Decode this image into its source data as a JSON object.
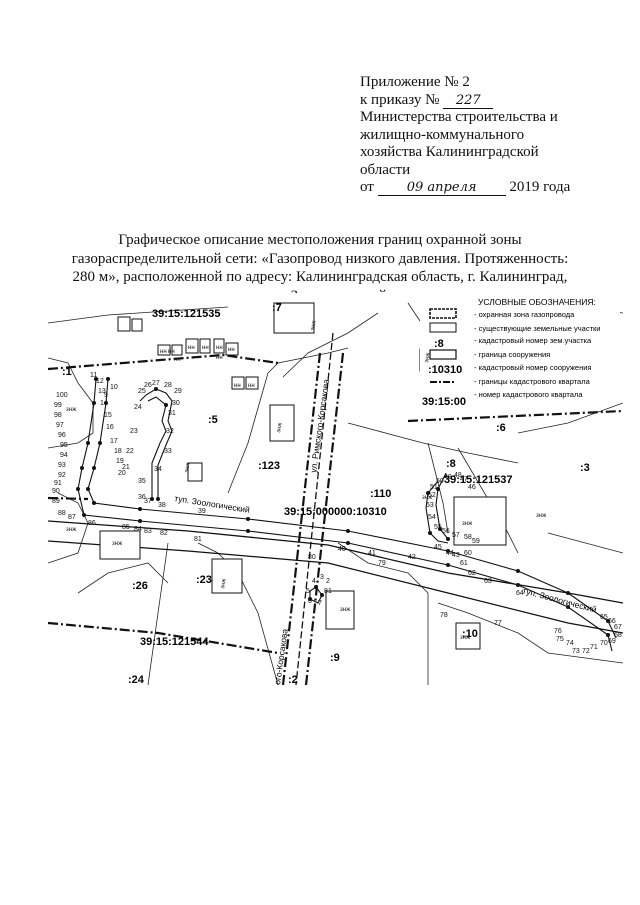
{
  "appendix": {
    "line1": "Приложение № 2",
    "line2_prefix": "к приказу №",
    "order_number": "227",
    "line3": "Министерства строительства и",
    "line4": "жилищно-коммунального",
    "line5": "хозяйства Калининградской",
    "line6": "области",
    "date_prefix": "от",
    "date_handwritten": "09 апреля",
    "date_suffix": "2019 года"
  },
  "title": {
    "line1": "Графическое описание местоположения границ охранной зоны",
    "line2": "газораспределительной сети: «Газопровод низкого давления. Протяженность:",
    "line3": "280 м», расположенной по адресу: Калининградская область, г. Калининград,",
    "line4": "тупик Зоологический."
  },
  "legend": {
    "title": "УСЛОВНЫЕ ОБОЗНАЧЕНИЯ:",
    "items": [
      "- охранная зона газопровода",
      "- существующие земельные участки",
      "- кадастровый номер зем.участка",
      "- граница сооружения",
      "- кадастровый номер сооружения",
      "- границы кадастрового квартала",
      "- номер кадастрового квартала"
    ],
    "samples": [
      ":8",
      ":10310",
      "39:15:00"
    ]
  },
  "map": {
    "quarter_labels": [
      "39:15:121535",
      "39:15:121537",
      "39:15:121544",
      "39:15:000000:10310"
    ],
    "parcel_labels": [
      ":1",
      ":7",
      ":5",
      ":123",
      ":6",
      ":8",
      ":3",
      ":110",
      ":26",
      ":23",
      ":9",
      ":10",
      ":24",
      ":2"
    ],
    "street_labels": [
      "ул. Римского-Корсакова",
      "туп. Зоологический",
      "туп. Зоологический",
      "ого-Корсакова"
    ],
    "building_marks": [
      "знж",
      "знж",
      "знж",
      "знж",
      "знж",
      "знж",
      "знж",
      "знж",
      "знж",
      "знж",
      "знж",
      "знж",
      "знж",
      "нн",
      "нн",
      "нн",
      "нн",
      "нн",
      "нн",
      "нн",
      "нн",
      "нн",
      "нн"
    ],
    "point_numbers": [
      "100",
      "99",
      "98",
      "97",
      "96",
      "95",
      "94",
      "93",
      "92",
      "91",
      "90",
      "89",
      "88",
      "87",
      "86",
      "85",
      "84",
      "83",
      "82",
      "81",
      "80",
      "79",
      "78",
      "77",
      "76",
      "75",
      "74",
      "73",
      "72",
      "71",
      "70",
      "69",
      "68",
      "67",
      "66",
      "65",
      "64",
      "63",
      "62",
      "61",
      "60",
      "59",
      "58",
      "57",
      "56",
      "55",
      "54",
      "53",
      "52",
      "51",
      "50",
      "49",
      "48",
      "47",
      "46",
      "45",
      "44",
      "43",
      "42",
      "41",
      "40",
      "39",
      "38",
      "37",
      "36",
      "35",
      "34",
      "33",
      "32",
      "31",
      "30",
      "29",
      "28",
      "27",
      "26",
      "25",
      "24",
      "23",
      "22",
      "21",
      "20",
      "19",
      "18",
      "17",
      "16",
      "15",
      "14",
      "13",
      "12",
      "11",
      "10",
      "9",
      "8",
      "7",
      "6",
      "5",
      "4",
      "3",
      "2",
      "1"
    ]
  }
}
